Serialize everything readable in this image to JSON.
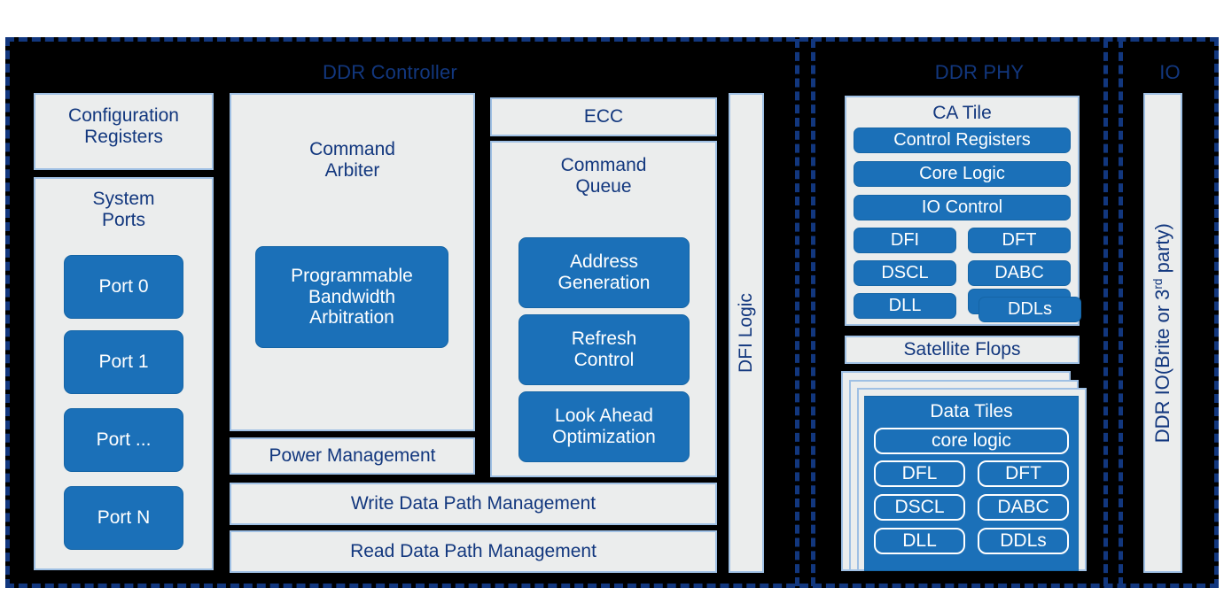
{
  "sections": {
    "controller": {
      "title": "DDR Controller"
    },
    "phy": {
      "title": "DDR PHY"
    },
    "io": {
      "title": "IO"
    }
  },
  "controller": {
    "config_registers": "Configuration\nRegisters",
    "config_registers_line1": "Configuration",
    "config_registers_line2": "Registers",
    "system_ports_title_line1": "System",
    "system_ports_title_line2": "Ports",
    "ports": [
      "Port  0",
      "Port  1",
      "Port ...",
      "Port N"
    ],
    "command_arbiter_line1": "Command",
    "command_arbiter_line2": "Arbiter",
    "pba_line1": "Programmable",
    "pba_line2": "Bandwidth",
    "pba_line3": "Arbitration",
    "power_management": "Power Management",
    "write_data_path": "Write Data Path Management",
    "read_data_path": "Read Data Path Management",
    "ecc": "ECC",
    "command_queue_line1": "Command",
    "command_queue_line2": "Queue",
    "queue_blocks": [
      {
        "line1": "Address",
        "line2": "Generation"
      },
      {
        "line1": "Refresh",
        "line2": "Control"
      },
      {
        "line1": "Look Ahead",
        "line2": "Optimization"
      }
    ],
    "dfi_logic": "DFI Logic"
  },
  "phy": {
    "ca_tile_title": "CA Tile",
    "ca_wide_blocks": [
      "Control Registers",
      "Core  Logic",
      "IO Control"
    ],
    "ca_pair_blocks": [
      {
        "left": "DFI",
        "right": "DFT"
      },
      {
        "left": "DSCL",
        "right": "DABC"
      },
      {
        "left": "DLL",
        "right": "DDLs"
      }
    ],
    "satellite_flops": "Satellite Flops",
    "data_tiles_title": "Data Tiles",
    "data_core_logic": "core logic",
    "data_pair_blocks": [
      {
        "left": "DFL",
        "right": "DFT"
      },
      {
        "left": "DSCL",
        "right": "DABC"
      },
      {
        "left": "DLL",
        "right": "DDLs"
      }
    ]
  },
  "io": {
    "label_pre": "DDR IO(Brite or 3",
    "label_sup": "rd",
    "label_post": " party)"
  },
  "colors": {
    "accent_blue": "#1b70b8",
    "navy": "#12377e",
    "panel_fill": "#ebeded",
    "panel_border": "#9fc0e4",
    "canvas": "#000000"
  }
}
